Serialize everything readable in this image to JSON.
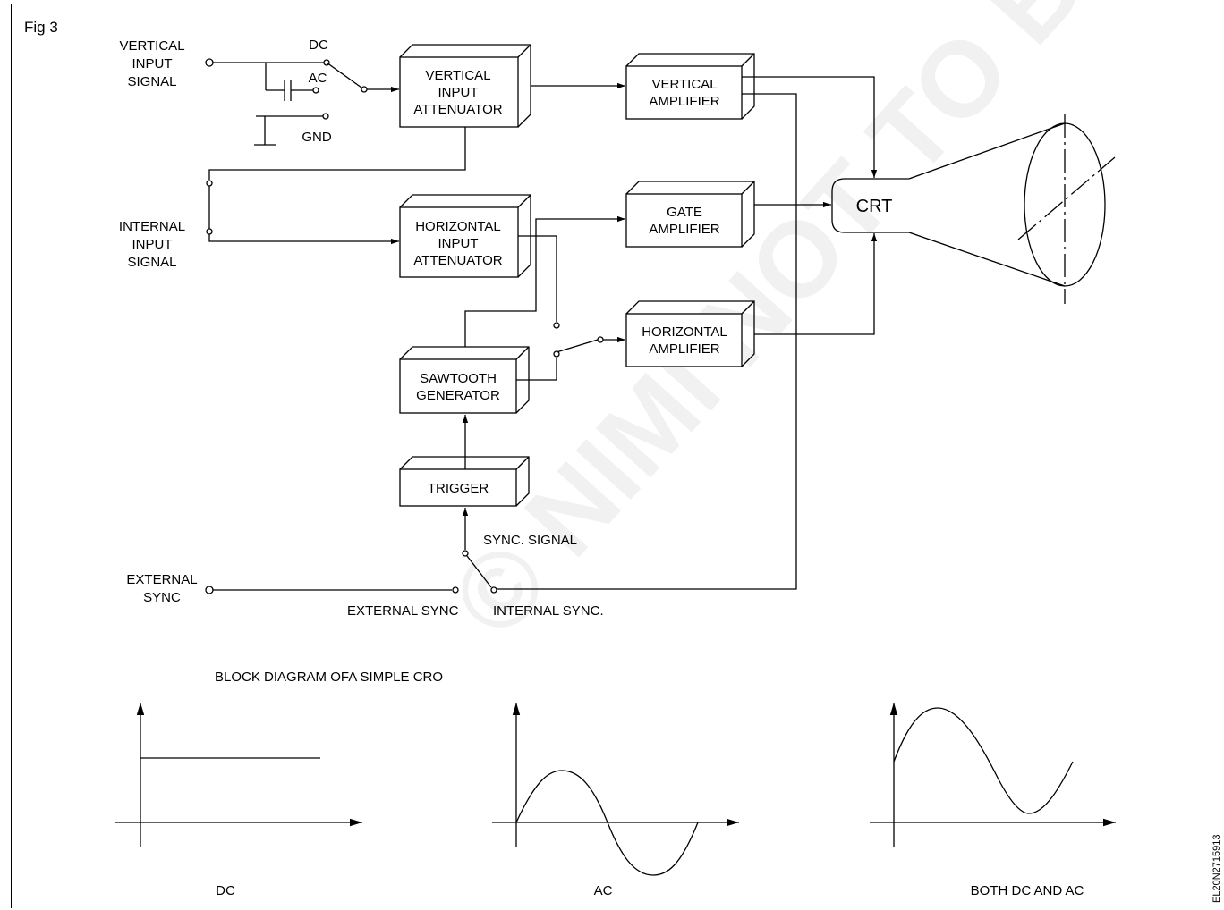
{
  "figure_label": "Fig 3",
  "caption": "BLOCK DIAGRAM OFA SIMPLE CRO",
  "image_code": "EL20N2715913",
  "watermark": "© NIMI NOT TO BE REPUBLISHED",
  "inputs": {
    "vertical": [
      "VERTICAL",
      "INPUT",
      "SIGNAL"
    ],
    "internal": [
      "INTERNAL",
      "INPUT",
      "SIGNAL"
    ],
    "external": [
      "EXTERNAL",
      "SYNC"
    ]
  },
  "switch_labels": {
    "dc": "DC",
    "ac": "AC",
    "gnd": "GND",
    "sync_signal": "SYNC. SIGNAL",
    "external_sync": "EXTERNAL SYNC",
    "internal_sync": "INTERNAL SYNC."
  },
  "blocks": {
    "vertical_attenuator": [
      "VERTICAL",
      "INPUT",
      "ATTENUATOR"
    ],
    "horizontal_attenuator": [
      "HORIZONTAL",
      "INPUT",
      "ATTENUATOR"
    ],
    "sawtooth": [
      "SAWTOOTH",
      "GENERATOR"
    ],
    "trigger": [
      "TRIGGER"
    ],
    "vertical_amplifier": [
      "VERTICAL",
      "AMPLIFIER"
    ],
    "gate_amplifier": [
      "GATE",
      "AMPLIFIER"
    ],
    "horizontal_amplifier": [
      "HORIZONTAL",
      "AMPLIFIER"
    ],
    "crt": "CRT"
  },
  "waveforms": {
    "dc": "DC",
    "ac": "AC",
    "both": "BOTH DC AND AC"
  }
}
